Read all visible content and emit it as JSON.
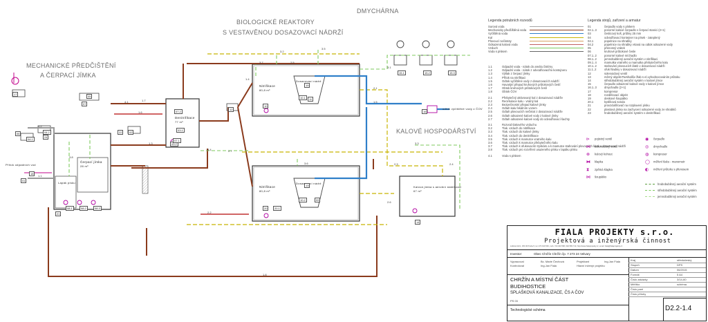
{
  "areas": {
    "mech_title": "MECHANICKÉ PŘEDČIŠTĚNÍ",
    "mech_subtitle": "A ČERPACÍ JÍMKA",
    "bio_title": "BIOLOGICKÉ REAKTORY",
    "bio_subtitle": "S VESTAVĚNOU DOSAZOVACÍ NÁDRŽÍ",
    "blower": "DMYCHÁRNA",
    "sludge": "KALOVÉ HOSPODÁŘSTVÍ"
  },
  "diagram_labels": {
    "nitrifikace_top": "Nitrifikace",
    "nitrifikace_top_vol": "80,8 m³",
    "dosazovaci_top": "Dosazovací nádrž",
    "nitrifikace_bot": "Nitrifikace",
    "nitrifikace_bot_vol": "80,8 m³",
    "dosazovaci_bot": "Dosazovací nádrž",
    "denitrifikace": "Denitrifikace",
    "denitrifikace_vol": "77 m³",
    "cerpaci": "Čerpací jímka",
    "cerpaci_vol": "28 m³",
    "lapak": "Lapák písku",
    "kalova_jimka": "Kalová jímka s aerobní stabilizací",
    "kalova_jimka_vol": "67 m³",
    "prutok": "Přítok odpadních vod",
    "odtok": "odtok vyčištěné vody z ČOV"
  },
  "tags": [
    "07",
    "05",
    "04.1",
    "04.2",
    "17",
    "02",
    "03.1",
    "03.2",
    "01",
    "08.1",
    "08.2",
    "08.3",
    "07.2",
    "07.1",
    "10",
    "19",
    "10.1",
    "10.2",
    "15.1",
    "15.2",
    "15.3",
    "16",
    "21",
    "14",
    "12",
    "13",
    "11",
    "22",
    "20",
    "20.1",
    "18",
    "09",
    "06",
    "24"
  ],
  "line_labels": [
    "1.1",
    "1.2",
    "1.3",
    "1.4",
    "1.5",
    "1.6",
    "1.7",
    "1.8",
    "2.1",
    "2.2",
    "2.3",
    "2.4",
    "2.5",
    "2.6",
    "2.7",
    "3.1",
    "3.2",
    "3.3",
    "3.4",
    "3.5",
    "3.6",
    "3.7",
    "3.8",
    "4.1"
  ],
  "legend_pipes": {
    "title": "Legenda potrubních rozvodů",
    "items": [
      {
        "name": "Surová voda",
        "color": "#a4a4a4"
      },
      {
        "name": "Mechanicky předčištěná voda",
        "color": "#8a3a1c"
      },
      {
        "name": "Vyčištěná voda",
        "color": "#2f7fc9"
      },
      {
        "name": "Kal",
        "color": "#c8b400"
      },
      {
        "name": "Plovoucí nečistoty",
        "color": "#d8a060"
      },
      {
        "name": "Odsazená kalová voda",
        "color": "#c06060"
      },
      {
        "name": "Vzduch",
        "color": "#7dc95e"
      },
      {
        "name": "Voda s pískem",
        "color": "#666666"
      }
    ]
  },
  "legend_lines": {
    "group1": [
      {
        "code": "1.1",
        "text": "Odpadní voda - nátok do areálu čistírny"
      },
      {
        "code": "1.2",
        "text": "Odpadní voda - nátok z odvodňovacího kontejneru"
      },
      {
        "code": "1.3",
        "text": "Výtlak z čerpací jímky"
      },
      {
        "code": "1.4",
        "text": "Přítok na nitrifikaci"
      },
      {
        "code": "1.5",
        "text": "Odtok vyčištěné vody z dosazovacích nádrží"
      },
      {
        "code": "1.6",
        "text": "Havarijní přepad kruhových průtokových česlí"
      },
      {
        "code": "1.7",
        "text": "Obtok kruhových průtokových česlí"
      },
      {
        "code": "1.8",
        "text": "Obtok ČOV"
      }
    ],
    "group2": [
      {
        "code": "2.1",
        "text": "Přebytečný aktivovaný kal z dosazovací nádrže"
      },
      {
        "code": "2.2",
        "text": "Recirkulace kalu - vratný kal"
      },
      {
        "code": "2.3",
        "text": "Bezpečnostní přepad kalové jímky"
      },
      {
        "code": "2.4",
        "text": "Odtah kalu fekálním vozem"
      },
      {
        "code": "2.5",
        "text": "Odtah plovoucích nečistot z dosazovací nádrže"
      },
      {
        "code": "2.6",
        "text": "Odtah odsazené kalové vody z kalové jímky"
      },
      {
        "code": "2.7",
        "text": "Odtah odsazené kalové vody do odvodňovací šachty"
      }
    ],
    "group3": [
      {
        "code": "3.1",
        "text": "Rozvod tlakového vzduchu"
      },
      {
        "code": "3.2",
        "text": "Tlak. vzduch do nitrifikace"
      },
      {
        "code": "3.3",
        "text": "Tlak. vzduch do kalové jímky"
      },
      {
        "code": "3.4",
        "text": "Tlak. vzduch do denitrifikace"
      },
      {
        "code": "3.5",
        "text": "Tlak. vzduch k mamutce vratného kalu"
      },
      {
        "code": "3.6",
        "text": "Tlak. vzduch k mamutce přebytečného kalu"
      },
      {
        "code": "3.7",
        "text": "Tlak. vzduch k ofukovacím tryskám a k mamutce stahování plovoucích látek v dosazovací nádrži"
      },
      {
        "code": "3.8",
        "text": "Tlak. vzduch pro rozvíření usazeného písku v lapáku písku"
      }
    ],
    "group4": [
      {
        "code": "4.1",
        "text": "Voda s pískem"
      }
    ]
  },
  "legend_equipment": {
    "title": "Legenda strojů, zařízení a armatur",
    "items": [
      {
        "code": "01",
        "text": "čerpadlo vody s pískem"
      },
      {
        "code": "02.1..3",
        "text": "ponorné kalové čerpadlo v čerpací stanici (2+1)"
      },
      {
        "code": "03",
        "text": "česlicový koš, průliny 25 mm"
      },
      {
        "code": "04",
        "text": "odvodňovací kontejner na písek - zateplený"
      },
      {
        "code": "04.1",
        "text": "popelnice na shrabky"
      },
      {
        "code": "04.2",
        "text": "popelnice na shrabky vrtaná na odtok odsazené vody"
      },
      {
        "code": "05",
        "text": "přenosný vrátek"
      },
      {
        "code": "06",
        "text": "kruhové průtokové česle"
      },
      {
        "code": "07.1..2",
        "text": "ponorné kalové míchadlo"
      },
      {
        "code": "08.1..2",
        "text": "jemnobublinný aerační systém v nitrifikaci"
      },
      {
        "code": "09.1..4",
        "text": "mamutka vratného a mamutka přebytečného kalu"
      },
      {
        "code": "10.1..2",
        "text": "stahování plovoucích látek v dosazovací nádrži"
      },
      {
        "code": "11.1..2",
        "text": "ofuk hladiny v dosazovací nádrži"
      },
      {
        "code": "12",
        "text": "solenoidový ventil"
      },
      {
        "code": "13",
        "text": "měrný objekt-Parshallův žlab s el.vyhodnocováním průtoku"
      },
      {
        "code": "14",
        "text": "středobublinný aerační systém v kalové jímce"
      },
      {
        "code": "15",
        "text": "čerpadlo odsazené kalové vody v kalové jímce"
      },
      {
        "code": "16.1..3",
        "text": "dmychadlo (2+1)"
      },
      {
        "code": "17",
        "text": "kompresor"
      },
      {
        "code": "18",
        "text": "rozdělovací objekt"
      },
      {
        "code": "19",
        "text": "deskové šoupátko"
      },
      {
        "code": "20.1",
        "text": "kyslíková sonda"
      },
      {
        "code": "21",
        "text": "provzdušňovač na rozplavení písku"
      },
      {
        "code": "22",
        "text": "plastová jímka na zachycení odsazené vody ze shrabků"
      },
      {
        "code": "23",
        "text": "hrubobublinný aerační systém v denitrifikaci"
      }
    ]
  },
  "legend_symbols": [
    {
      "name": "pojistný ventil",
      "icon": "safety-valve-icon"
    },
    {
      "name": "čerpadlo",
      "icon": "pump-icon"
    },
    {
      "name": "solenoidový ventil",
      "icon": "solenoid-valve-icon"
    },
    {
      "name": "dmychadlo",
      "icon": "blower-icon"
    },
    {
      "name": "kulový kohout",
      "icon": "ball-valve-icon"
    },
    {
      "name": "kompresor",
      "icon": "compressor-icon"
    },
    {
      "name": "klapka",
      "icon": "flap-valve-icon"
    },
    {
      "name": "měření tlaku - manometr",
      "icon": "manometer-icon"
    },
    {
      "name": "zpětná klapka",
      "icon": "check-valve-icon"
    },
    {
      "name": "měření průtoku s přenosem",
      "icon": "flowmeter-icon"
    },
    {
      "name": "šoupátko",
      "icon": "gate-valve-icon"
    },
    {
      "name": "hrubobublinný aerační systém",
      "icon": "coarse-aeration-icon"
    },
    {
      "name": "středobublinný aerační systém",
      "icon": "medium-aeration-icon"
    },
    {
      "name": "jemnobublinný aerační systém",
      "icon": "fine-aeration-icon"
    }
  ],
  "title_block": {
    "company": "FIALA PROJEKTY s.r.o.",
    "subtitle": "Projektová a inženýrská činnost",
    "address": "Lidická 1021, 156 00 Praha 5, tel. 273 919 536, mob. 724 343 568, 602 583 710, http://www.fialaprojekty.cz, email: fiala@fialaprojekty.cz",
    "investor_label": "Investor:",
    "investor": "Obec Chržín  Chržín čp. 7  273 24 Velvary",
    "roles": [
      "Vypracoval",
      "Kontroloval",
      "Projektant",
      "Hlavní inženýr projektu"
    ],
    "names": [
      "Bc. Marie Čechová",
      "Ing.Jan Fiala",
      "Ing.Jan Fiala"
    ],
    "project_line1": "CHRŽÍN A MÍSTNÍ ČÁST",
    "project_line2": "BUDIHOSTICE",
    "project_line3": "SPLAŠKOVÁ KANALIZACE, ČS A ČOV",
    "so": "PS 03",
    "drawing_name": "Technologické schéma",
    "meta_labels": [
      "Kraj",
      "Stupeň",
      "Datum",
      "Formát",
      "Číslo zakázky",
      "Měřítko",
      "Číslo paré",
      "Číslo přílohy"
    ],
    "meta_values": [
      "středočeský",
      "DPS",
      "06/2015",
      "5 A4",
      "3/14-60",
      "schéma"
    ],
    "sheet_number": "D2.2-1.4"
  }
}
